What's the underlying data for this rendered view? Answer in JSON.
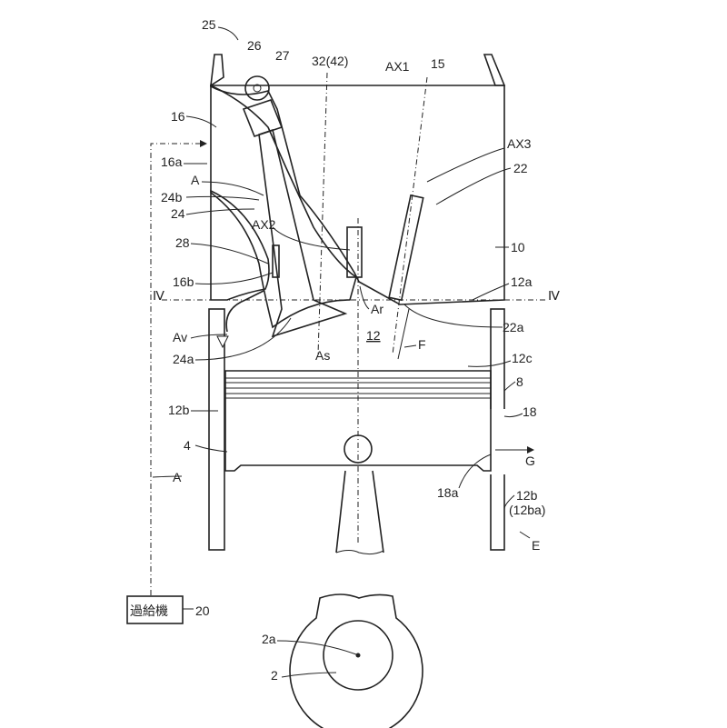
{
  "figure": {
    "labels": {
      "l25": "25",
      "l26": "26",
      "l27": "27",
      "l32": "32(42)",
      "lAX1": "AX1",
      "l15": "15",
      "l16": "16",
      "l16a": "16a",
      "lA1": "A",
      "l24b": "24b",
      "l24": "24",
      "lAX2": "AX2",
      "l28": "28",
      "l16b": "16b",
      "lIVl": "Ⅳ",
      "lIVr": "Ⅳ",
      "lAX3": "AX3",
      "l22": "22",
      "l10": "10",
      "l12a": "12a",
      "lAr": "Ar",
      "l22a": "22a",
      "lAv": "Av",
      "l24a": "24a",
      "lAs": "As",
      "l12": "12",
      "lF": "F",
      "l12c": "12c",
      "l8": "8",
      "l18": "18",
      "l12b": "12b",
      "l4": "4",
      "lG": "G",
      "lA2": "A",
      "l18a": "18a",
      "l12b2": "12b",
      "l12ba": "(12ba)",
      "lE": "E",
      "l20": "20",
      "l2a": "2a",
      "l2": "2"
    },
    "supercharger_label": "過給機"
  }
}
